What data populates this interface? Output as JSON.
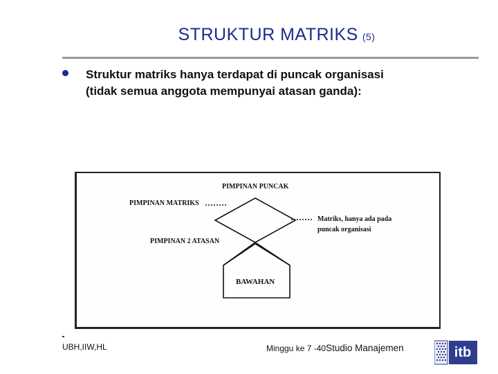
{
  "slide": {
    "title_main": "STRUKTUR MATRIKS",
    "title_sub": "(5)",
    "bullet_line_1": "Struktur matriks hanya terdapat di puncak organisasi",
    "bullet_line_2": "(tidak semua anggota mempunyai atasan ganda):"
  },
  "figure": {
    "label_top": "PIMPINAN PUNCAK",
    "label_matrix": "PIMPINAN MATRIKS",
    "label_second": "PIMPINAN 2 ATASAN",
    "label_bottom": "BAWAHAN",
    "note_line_1": "Matriks, hanya ada pada",
    "note_line_2": "puncak organisasi"
  },
  "footer": {
    "left": "UBH,IIW,HL",
    "week": "Minggu ke 7 -40",
    "course": "Studio Manajemen"
  },
  "logo": {
    "text": "itb"
  },
  "colors": {
    "title": "#1f2a8c",
    "rule": "#9a9a9a",
    "logo": "#2f3d8f"
  }
}
